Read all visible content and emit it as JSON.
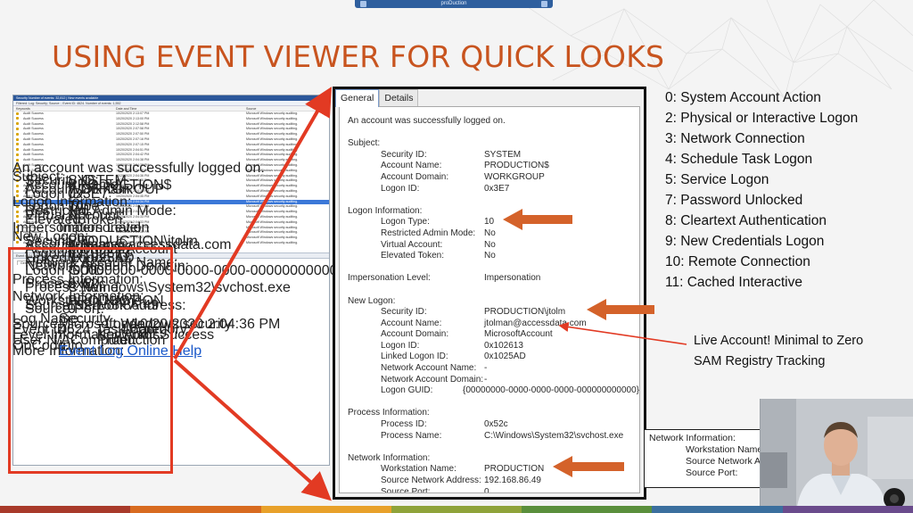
{
  "title": "USING EVENT VIEWER FOR QUICK LOOKS",
  "topbar": {
    "label": "proDuction"
  },
  "small_viewer": {
    "header": "Security   Number of events: 32,812 | New events available",
    "filter": "Filtered: Log: Security; Source: ; Event ID: 4624. Number of events: 1,552",
    "columns": [
      "Keywords",
      "Date and Time",
      "Source"
    ],
    "rows": [
      {
        "kw": "Audit Success",
        "dt": "10/20/2020 2:13:07 PM",
        "src": "Microsoft Windows security auditing."
      },
      {
        "kw": "Audit Success",
        "dt": "10/20/2020 2:13:00 PM",
        "src": "Microsoft Windows security auditing."
      },
      {
        "kw": "Audit Success",
        "dt": "10/20/2020 2:12:58 PM",
        "src": "Microsoft Windows security auditing."
      },
      {
        "kw": "Audit Success",
        "dt": "10/20/2020 2:07:58 PM",
        "src": "Microsoft Windows security auditing."
      },
      {
        "kw": "Audit Success",
        "dt": "10/20/2020 2:07:50 PM",
        "src": "Microsoft Windows security auditing."
      },
      {
        "kw": "Audit Success",
        "dt": "10/20/2020 2:07:16 PM",
        "src": "Microsoft Windows security auditing."
      },
      {
        "kw": "Audit Success",
        "dt": "10/20/2020 2:07:15 PM",
        "src": "Microsoft Windows security auditing."
      },
      {
        "kw": "Audit Success",
        "dt": "10/20/2020 2:04:51 PM",
        "src": "Microsoft Windows security auditing."
      },
      {
        "kw": "Audit Success",
        "dt": "10/20/2020 2:04:42 PM",
        "src": "Microsoft Windows security auditing."
      },
      {
        "kw": "Audit Success",
        "dt": "10/20/2020 2:04:38 PM",
        "src": "Microsoft Windows security auditing."
      },
      {
        "kw": "Audit Success",
        "dt": "10/20/2020 2:04:38 PM",
        "src": "Microsoft Windows security auditing."
      },
      {
        "kw": "Audit Success",
        "dt": "10/20/2020 2:04:38 PM",
        "src": "Microsoft Windows security auditing."
      },
      {
        "kw": "Audit Success",
        "dt": "10/20/2020 2:04:36 PM",
        "src": "Microsoft Windows security auditing."
      },
      {
        "kw": "Audit Success",
        "dt": "10/20/2020 2:04:36 PM",
        "src": "Microsoft Windows security auditing."
      },
      {
        "kw": "Audit Success",
        "dt": "10/20/2020 2:04:35 PM",
        "src": "Microsoft Windows security auditing."
      },
      {
        "kw": "Audit Success",
        "dt": "10/20/2020 2:04:35 PM",
        "src": "Microsoft Windows security auditing."
      },
      {
        "kw": "Audit Success",
        "dt": "10/20/2020 2:04:35 PM",
        "src": "Microsoft Windows security auditing."
      },
      {
        "kw": "Audit Success",
        "dt": "10/20/2020 2:04:34 PM",
        "src": "Microsoft Windows security auditing."
      },
      {
        "kw": "Audit Success",
        "dt": "10/20/2020 2:04:34 PM",
        "src": "Microsoft Windows security auditing."
      },
      {
        "kw": "Audit Success",
        "dt": "10/20/2020 2:04:34 PM",
        "src": "Microsoft Windows security auditing."
      },
      {
        "kw": "Audit Success",
        "dt": "10/20/2020 2:04:33 PM",
        "src": "Microsoft Windows security auditing."
      },
      {
        "kw": "Audit Success",
        "dt": "10/20/2020 2:04:33 PM",
        "src": "Microsoft Windows security auditing."
      },
      {
        "kw": "Audit Success",
        "dt": "10/20/2020 2:04:33 PM",
        "src": "Microsoft Windows security auditing."
      },
      {
        "kw": "Audit Success",
        "dt": "10/20/2020 2:04:33 PM",
        "src": "Microsoft Windows security auditing."
      },
      {
        "kw": "Audit Success",
        "dt": "10/20/2020 2:03:57 PM",
        "src": "Microsoft Windows security auditing."
      },
      {
        "kw": "Audit Success",
        "dt": "10/20/2020 2:03:57 PM",
        "src": "Microsoft Windows security auditing."
      }
    ],
    "selected_row": 17,
    "event_header": "Event 4624, Microsoft Windows security auditing.",
    "tabs": [
      "General",
      "Details"
    ],
    "mini_lines": [
      {
        "l": "An account was successfully logged on.",
        "v": "",
        "ind": false
      },
      {
        "l": "",
        "v": "",
        "ind": false
      },
      {
        "l": "Subject:",
        "v": "",
        "ind": false
      },
      {
        "l": "Security ID:",
        "v": "SYSTEM",
        "ind": true
      },
      {
        "l": "Account Name:",
        "v": "PRODUCTION$",
        "ind": true
      },
      {
        "l": "Account Domain:",
        "v": "WORKGROUP",
        "ind": true
      },
      {
        "l": "Logon ID:",
        "v": "0x3E7",
        "ind": true
      },
      {
        "l": "",
        "v": "",
        "ind": false
      },
      {
        "l": "Logon Information:",
        "v": "",
        "ind": false
      },
      {
        "l": "Logon Type:",
        "v": "10",
        "ind": true
      },
      {
        "l": "Restricted Admin Mode:",
        "v": "No",
        "ind": true
      },
      {
        "l": "Virtual Account:",
        "v": "No",
        "ind": true
      },
      {
        "l": "Elevated Token:",
        "v": "No",
        "ind": true
      },
      {
        "l": "",
        "v": "",
        "ind": false
      },
      {
        "l": "Impersonation Level:",
        "v": "Impersonation",
        "ind": false
      },
      {
        "l": "",
        "v": "",
        "ind": false
      },
      {
        "l": "New Logon:",
        "v": "",
        "ind": false
      },
      {
        "l": "Security ID:",
        "v": "PRODUCTION\\jtolm",
        "ind": true
      },
      {
        "l": "Account Name:",
        "v": "jtolman@accessdata.com",
        "ind": true
      },
      {
        "l": "Account Domain:",
        "v": "MicrosoftAccount",
        "ind": true
      },
      {
        "l": "Logon ID:",
        "v": "0x102613",
        "ind": true
      },
      {
        "l": "Linked Logon ID:",
        "v": "0x1025AD",
        "ind": true
      },
      {
        "l": "Network Account Name:",
        "v": "-",
        "ind": true
      },
      {
        "l": "Network Account Domain:",
        "v": "-",
        "ind": true
      },
      {
        "l": "Logon GUID:",
        "v": "{00000000-0000-0000-0000-000000000000}",
        "ind": true
      },
      {
        "l": "",
        "v": "",
        "ind": false
      },
      {
        "l": "Process Information:",
        "v": "",
        "ind": false
      },
      {
        "l": "Process ID:",
        "v": "0x52c",
        "ind": true
      },
      {
        "l": "Process Name:",
        "v": "C:\\Windows\\System32\\svchost.exe",
        "ind": true
      },
      {
        "l": "",
        "v": "",
        "ind": false
      },
      {
        "l": "Network Information:",
        "v": "",
        "ind": false
      },
      {
        "l": "Workstation Name:",
        "v": "PRODUCTION",
        "ind": true
      },
      {
        "l": "Source Network Address:",
        "v": "192.168.86.49",
        "ind": true
      },
      {
        "l": "Source Port:",
        "v": "0",
        "ind": true
      }
    ],
    "bottom_lines": [
      {
        "a": "Log Name:",
        "b": "Security",
        "c": "",
        "d": ""
      },
      {
        "a": "Source:",
        "b": "Microsoft Windows security",
        "c": "Logged:",
        "d": "10/20/2020 2:04:36 PM"
      },
      {
        "a": "Event ID:",
        "b": "4624",
        "c": "Task Category:",
        "d": "Logon"
      },
      {
        "a": "Level:",
        "b": "Information",
        "c": "Keywords:",
        "d": "Audit Success"
      },
      {
        "a": "User:",
        "b": "N/A",
        "c": "Computer:",
        "d": "Production"
      },
      {
        "a": "OpCode:",
        "b": "Info",
        "c": "",
        "d": ""
      }
    ],
    "more_info_label": "More Information:",
    "more_info_link": "Event Log Online Help"
  },
  "big_panel": {
    "tabs": [
      "General",
      "Details"
    ],
    "lines": [
      {
        "l": "An account was successfully logged on.",
        "v": "",
        "ind": false
      },
      {
        "l": "",
        "v": "",
        "ind": false
      },
      {
        "l": "Subject:",
        "v": "",
        "ind": false
      },
      {
        "l": "Security ID:",
        "v": "SYSTEM",
        "ind": true
      },
      {
        "l": "Account Name:",
        "v": "PRODUCTION$",
        "ind": true
      },
      {
        "l": "Account Domain:",
        "v": "WORKGROUP",
        "ind": true
      },
      {
        "l": "Logon ID:",
        "v": "0x3E7",
        "ind": true
      },
      {
        "l": "",
        "v": "",
        "ind": false
      },
      {
        "l": "Logon Information:",
        "v": "",
        "ind": false
      },
      {
        "l": "Logon Type:",
        "v": "10",
        "ind": true
      },
      {
        "l": "Restricted Admin Mode:",
        "v": "No",
        "ind": true
      },
      {
        "l": "Virtual Account:",
        "v": "No",
        "ind": true
      },
      {
        "l": "Elevated Token:",
        "v": "No",
        "ind": true
      },
      {
        "l": "",
        "v": "",
        "ind": false
      },
      {
        "l": "Impersonation Level:",
        "v": "Impersonation",
        "ind": false
      },
      {
        "l": "",
        "v": "",
        "ind": false
      },
      {
        "l": "New Logon:",
        "v": "",
        "ind": false
      },
      {
        "l": "Security ID:",
        "v": "PRODUCTION\\jtolm",
        "ind": true
      },
      {
        "l": "Account Name:",
        "v": "jtolman@accessdata.com",
        "ind": true
      },
      {
        "l": "Account Domain:",
        "v": "MicrosoftAccount",
        "ind": true
      },
      {
        "l": "Logon ID:",
        "v": "0x102613",
        "ind": true
      },
      {
        "l": "Linked Logon ID:",
        "v": "0x1025AD",
        "ind": true
      },
      {
        "l": "Network Account Name:",
        "v": "-",
        "ind": true
      },
      {
        "l": "Network Account Domain:",
        "v": "-",
        "ind": true
      },
      {
        "l": "Logon GUID:",
        "v": "{00000000-0000-0000-0000-000000000000}",
        "ind": true
      },
      {
        "l": "",
        "v": "",
        "ind": false
      },
      {
        "l": "Process Information:",
        "v": "",
        "ind": false
      },
      {
        "l": "Process ID:",
        "v": "0x52c",
        "ind": true
      },
      {
        "l": "Process Name:",
        "v": "C:\\Windows\\System32\\svchost.exe",
        "ind": true
      },
      {
        "l": "",
        "v": "",
        "ind": false
      },
      {
        "l": "Network Information:",
        "v": "",
        "ind": false
      },
      {
        "l": "Workstation Name:",
        "v": "PRODUCTION",
        "ind": true
      },
      {
        "l": "Source Network Address:",
        "v": "192.168.86.49",
        "ind": true
      },
      {
        "l": "Source Port:",
        "v": "0",
        "ind": true
      }
    ]
  },
  "logon_types": [
    "0: System Account Action",
    "2: Physical or Interactive Logon",
    "3: Network Connection",
    "4: Schedule Task Logon",
    "5: Service Logon",
    "7: Password Unlocked",
    "8: Cleartext Authentication",
    "9: New Credentials Logon",
    "10: Remote Connection",
    "11: Cached Interactive"
  ],
  "note": {
    "line1": "Live Account! Minimal to Zero",
    "line2": "SAM Registry Tracking"
  },
  "network_snippet": {
    "heading": "Network Information:",
    "lines": [
      "Workstation Name:",
      "Source Network Address:",
      "Source Port:"
    ]
  },
  "colors": {
    "title": "#c8541f",
    "highlight_red": "#e23a23",
    "arrow_orange": "#d4622a",
    "selected_row": "#3b78d8",
    "stripe": [
      "#a83a2a",
      "#d86b20",
      "#e8a12a",
      "#8fa33a",
      "#5a8f3c",
      "#3b6f9e",
      "#6a4b8c"
    ]
  },
  "icons": {
    "key": "key-icon",
    "arrow": "arrow-icon"
  }
}
